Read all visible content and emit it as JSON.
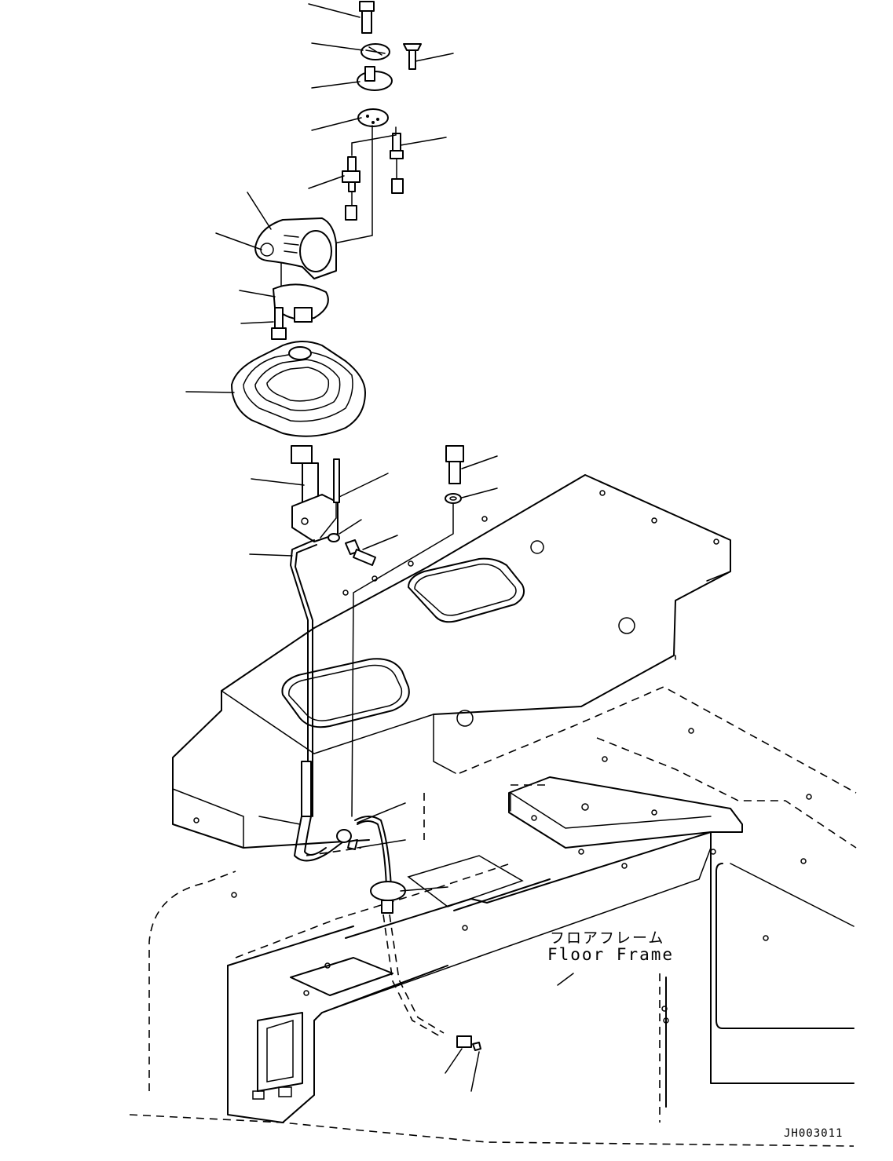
{
  "diagram": {
    "annotation_jp": "フロアフレーム",
    "annotation_en": "Floor Frame",
    "drawing_code": "JH003011"
  }
}
